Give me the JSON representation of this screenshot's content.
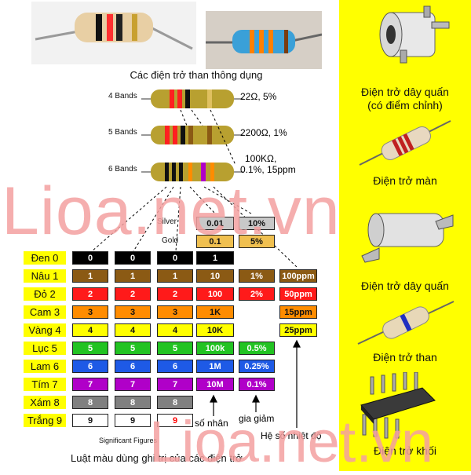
{
  "top_caption": "Các điện trở than thông dụng",
  "band_rows": [
    {
      "label": "4 Bands",
      "value": "22Ω, 5%"
    },
    {
      "label": "5 Bands",
      "value": "2200Ω, 1%"
    },
    {
      "label": "6 Bands",
      "value_line1": "100KΩ,",
      "value_line2": "0.1%, 15ppm"
    }
  ],
  "mult_labels": {
    "silver": "Silver",
    "gold": "Gold"
  },
  "mult_silver": [
    "0.01",
    "10%"
  ],
  "mult_gold": [
    "0.1",
    "5%"
  ],
  "colors": [
    {
      "name": "Đen 0",
      "bg": "#000000",
      "fg": "#ffffff",
      "digit": "0",
      "mult": "1",
      "tol": "",
      "ppm": ""
    },
    {
      "name": "Nâu 1",
      "bg": "#8b5a14",
      "fg": "#ffffff",
      "digit": "1",
      "mult": "10",
      "tol": "1%",
      "ppm": "100ppm"
    },
    {
      "name": "Đỏ 2",
      "bg": "#ff1a1a",
      "fg": "#ffffff",
      "digit": "2",
      "mult": "100",
      "tol": "2%",
      "ppm": "50ppm"
    },
    {
      "name": "Cam 3",
      "bg": "#ff8c00",
      "fg": "#111111",
      "digit": "3",
      "mult": "1K",
      "tol": "",
      "ppm": "15ppm"
    },
    {
      "name": "Vàng 4",
      "bg": "#ffff00",
      "fg": "#111111",
      "digit": "4",
      "mult": "10K",
      "tol": "",
      "ppm": "25ppm"
    },
    {
      "name": "Lục 5",
      "bg": "#22c322",
      "fg": "#ffffff",
      "digit": "5",
      "mult": "100k",
      "tol": "0.5%",
      "ppm": ""
    },
    {
      "name": "Lam 6",
      "bg": "#1e5ae6",
      "fg": "#ffffff",
      "digit": "6",
      "mult": "1M",
      "tol": "0.25%",
      "ppm": ""
    },
    {
      "name": "Tím 7",
      "bg": "#b000c8",
      "fg": "#ffffff",
      "digit": "7",
      "mult": "10M",
      "tol": "0.1%",
      "ppm": ""
    },
    {
      "name": "Xám 8",
      "bg": "#808080",
      "fg": "#ffffff",
      "digit": "8",
      "mult": "",
      "tol": "",
      "ppm": ""
    },
    {
      "name": "Trắng 9",
      "bg": "#ffffff",
      "fg": "#111111",
      "digit": "9",
      "mult": "",
      "tol": "",
      "ppm": ""
    }
  ],
  "annotations": {
    "significant": "Significant  Figures",
    "multiplier": "số nhân",
    "tolerance": "gia giảm",
    "tempco": "Hệ số nhiệt độ"
  },
  "bottom_caption": "Luật màu dùng ghi trị của các điện trở",
  "right_labels": {
    "wirewound_adj_1": "Điện trở dây quấn",
    "wirewound_adj_2": "(có điểm chỉnh)",
    "film": "Điện trở màn",
    "wirewound": "Điện trở dây quấn",
    "carbon": "Điện trở than",
    "block": "Điện trở khối"
  },
  "watermark": "Lioa.net.vn"
}
